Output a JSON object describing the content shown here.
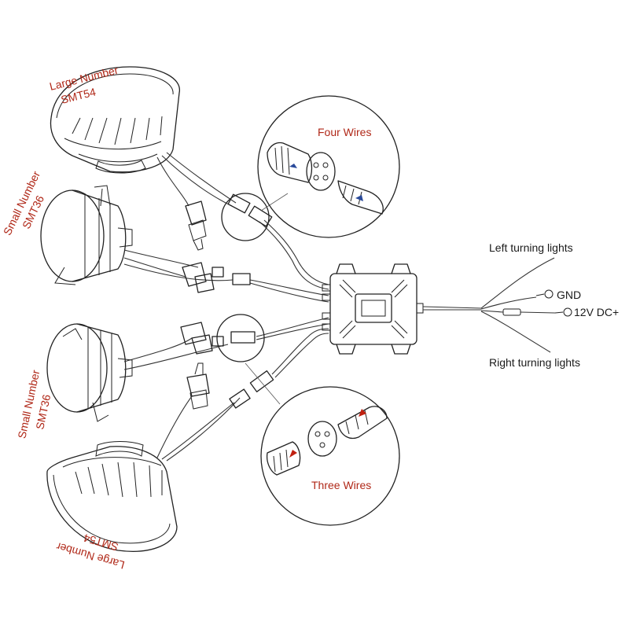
{
  "labels": {
    "lamp_top": [
      "Large Number",
      "SMT54"
    ],
    "lamp_small_upper": [
      "Small Number",
      "SMT36"
    ],
    "lamp_small_lower": [
      "Small Number",
      "SMT36"
    ],
    "lamp_bottom": [
      "Large Number",
      "SMT54"
    ],
    "four_wires": "Four Wires",
    "three_wires": "Three Wires",
    "left_turning": "Left turning lights",
    "gnd": "GND",
    "power": "12V DC+",
    "right_turning": "Right turning lights"
  },
  "colors": {
    "label_red": "#b02818",
    "label_dark": "#1a1a1a",
    "line": "#222222",
    "accent_blue": "#2a4a9a",
    "accent_red": "#c02010"
  }
}
